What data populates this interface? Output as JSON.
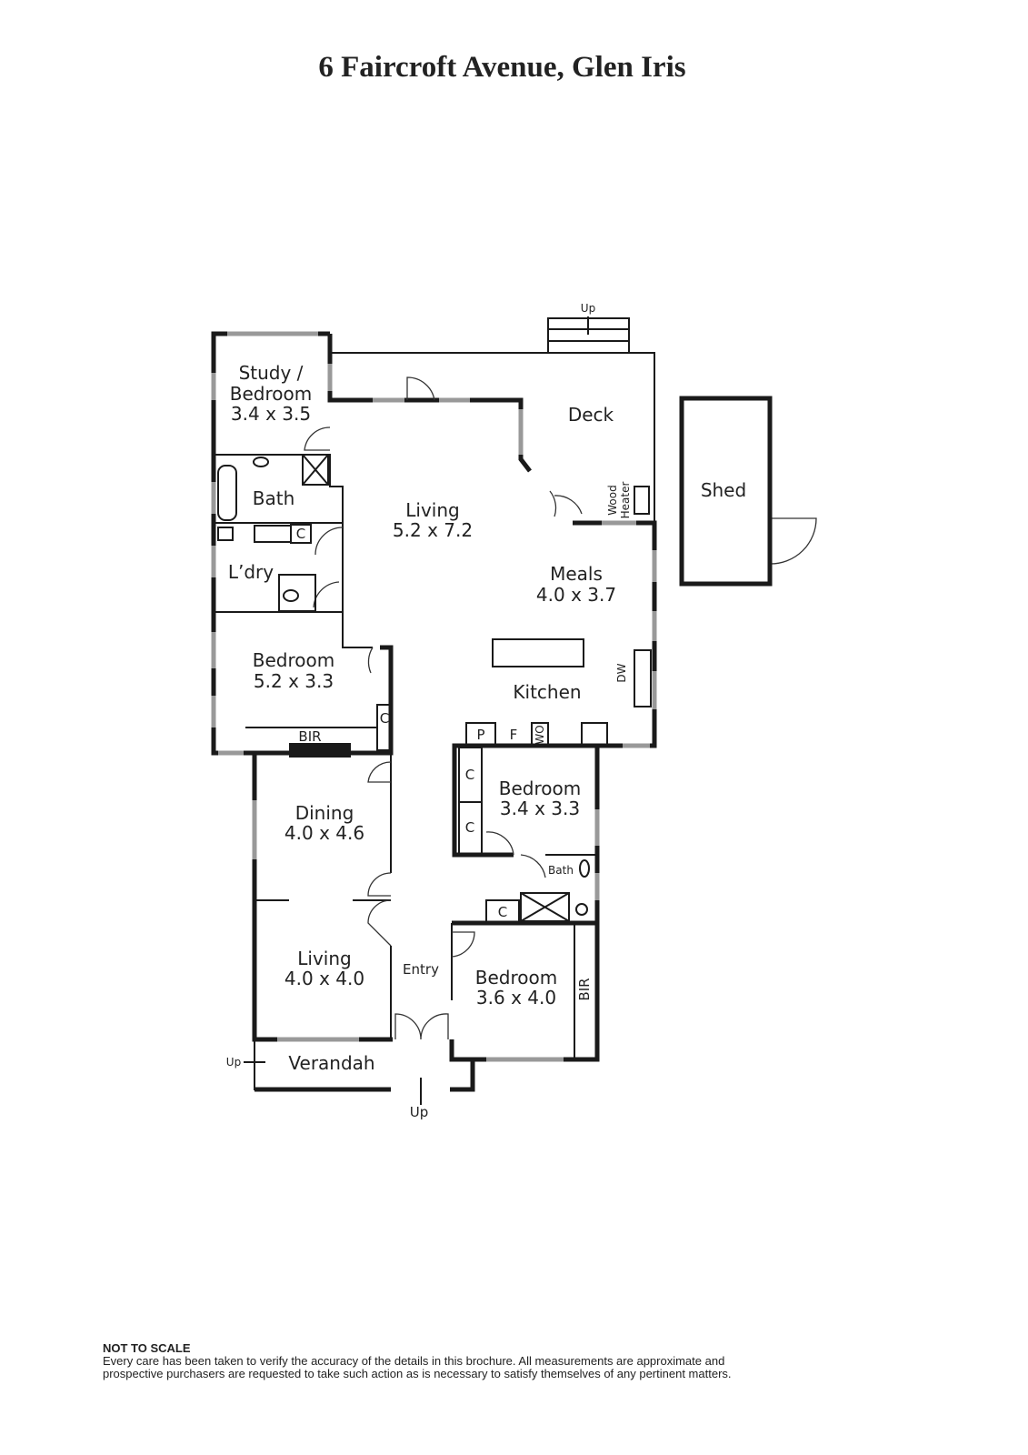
{
  "title": "6 Faircroft Avenue, Glen Iris",
  "rooms": {
    "study": {
      "name": "Study /",
      "name2": "Bedroom",
      "size": "3.4 x 3.5"
    },
    "bath1": {
      "name": "Bath"
    },
    "laundry": {
      "name": "L’dry"
    },
    "bedroom1": {
      "name": "Bedroom",
      "size": "5.2 x 3.3"
    },
    "living1": {
      "name": "Living",
      "size": "5.2 x 7.2"
    },
    "deck": {
      "name": "Deck"
    },
    "meals": {
      "name": "Meals",
      "size": "4.0 x 3.7"
    },
    "kitchen": {
      "name": "Kitchen"
    },
    "shed": {
      "name": "Shed"
    },
    "dining": {
      "name": "Dining",
      "size": "4.0 x 4.6"
    },
    "living2": {
      "name": "Living",
      "size": "4.0 x 4.0"
    },
    "entry": {
      "name": "Entry"
    },
    "verandah": {
      "name": "Verandah"
    },
    "bedroom2": {
      "name": "Bedroom",
      "size": "3.4 x 3.3"
    },
    "bath2": {
      "name": "Bath"
    },
    "bedroom3": {
      "name": "Bedroom",
      "size": "3.6 x 4.0"
    }
  },
  "fixtures": {
    "wood_heater_1": "Wood",
    "wood_heater_2": "Heater",
    "dw": "DW",
    "pantry": "P",
    "fridge": "F",
    "wo": "WO",
    "bir": "BIR",
    "cupboard": "C",
    "up": "Up"
  },
  "footer": {
    "heading": "NOT TO SCALE",
    "line1": "Every care has been taken to verify the accuracy of the details in this brochure. All measurements are approximate and",
    "line2": "prospective purchasers are requested to take such action as is necessary to satisfy themselves of any pertinent matters."
  }
}
